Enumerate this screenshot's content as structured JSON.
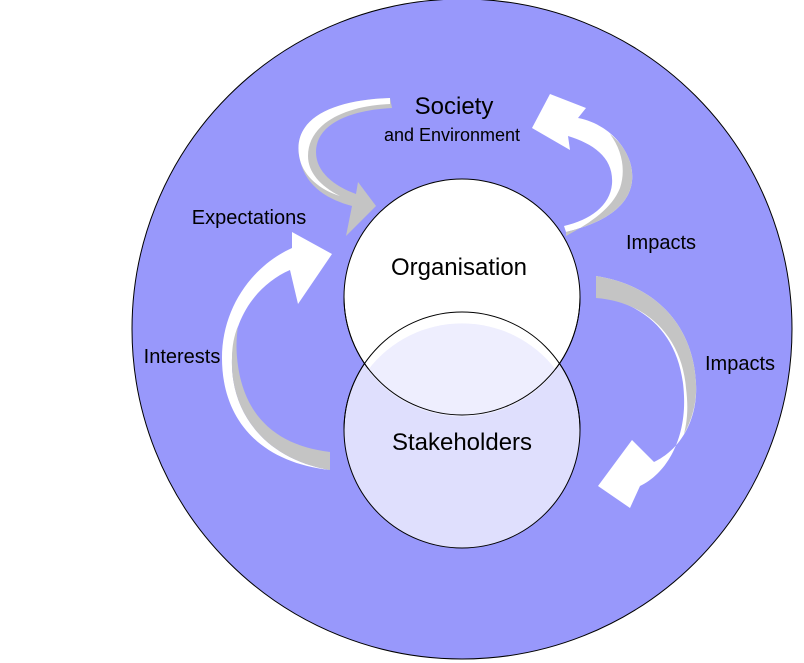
{
  "labels": {
    "society": "Society",
    "environment": "and Environment",
    "organisation": "Organisation",
    "stakeholders": "Stakeholders",
    "expectations": "Expectations",
    "interests": "Interests",
    "impacts_upper": "Impacts",
    "impacts_lower": "Impacts"
  },
  "colors": {
    "outer_circle": "#9898fb",
    "organisation_circle": "#ffffff",
    "stakeholders_circle": "#dfdffd",
    "arrow_light": "#ffffff",
    "arrow_shadow": "#c4c4c4",
    "outline": "#000000"
  }
}
